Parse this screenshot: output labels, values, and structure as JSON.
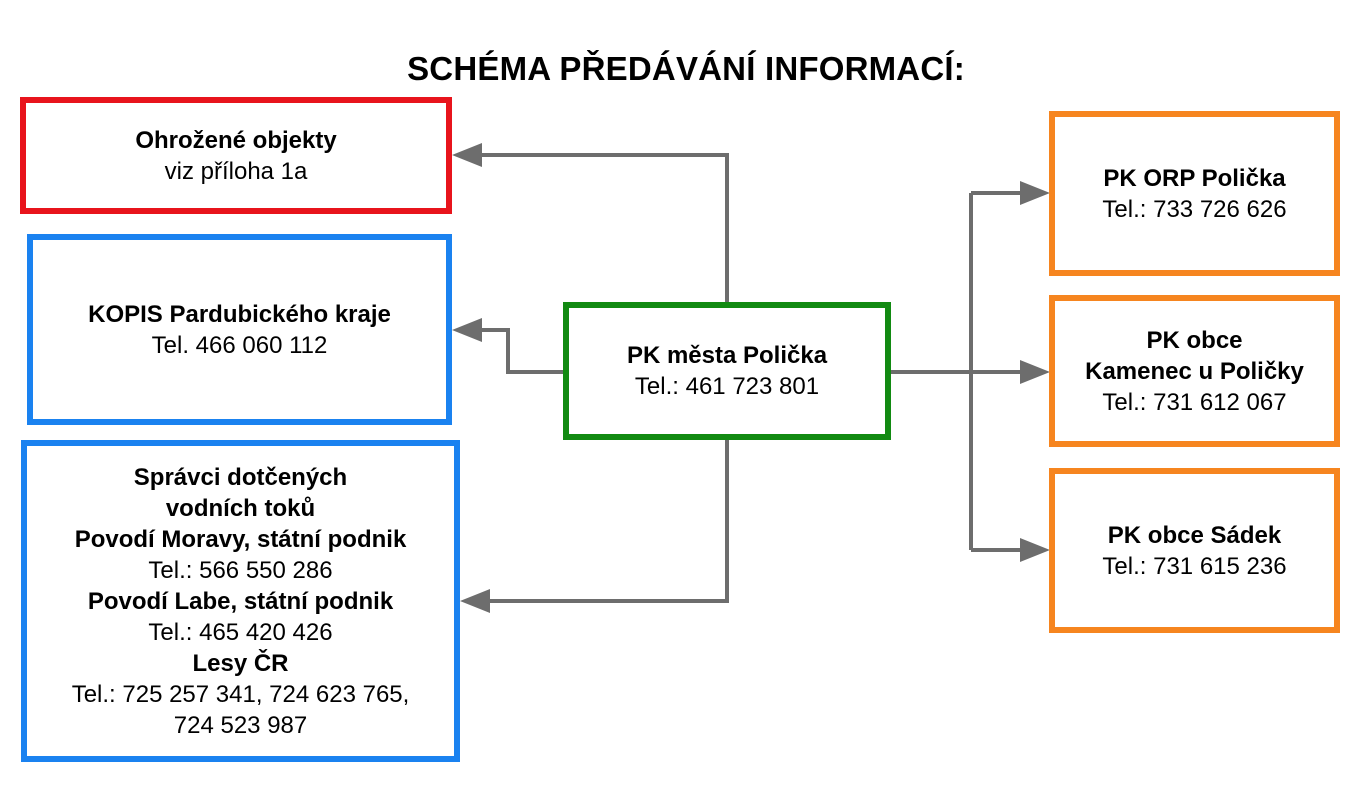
{
  "title": "SCHÉMA PŘEDÁVÁNÍ INFORMACÍ:",
  "center": {
    "name": "PK města Polička",
    "phone": "Tel.: 461 723 801"
  },
  "left": {
    "threatened": {
      "name": "Ohrožené objekty",
      "note": "viz příloha 1a"
    },
    "kopis": {
      "name": "KOPIS Pardubického kraje",
      "phone": "Tel. 466 060 112"
    },
    "managers": {
      "heading_line1": "Správci dotčených",
      "heading_line2": "vodních toků",
      "morava_name": "Povodí Moravy, státní podnik",
      "morava_phone": "Tel.: 566 550 286",
      "labe_name": "Povodí Labe, státní podnik",
      "labe_phone": "Tel.: 465 420 426",
      "lesy_name": "Lesy ČR",
      "lesy_phone_line1": "Tel.: 725 257 341, 724 623 765,",
      "lesy_phone_line2": "724 523 987"
    }
  },
  "right": {
    "orp": {
      "name": "PK ORP Polička",
      "phone": "Tel.: 733 726 626"
    },
    "kamenec": {
      "name_line1": "PK obce",
      "name_line2": "Kamenec u Poličky",
      "phone": "Tel.: 731 612 067"
    },
    "sadek": {
      "name": "PK obce Sádek",
      "phone": "Tel.: 731 615 236"
    }
  },
  "colors": {
    "threatened_border": "#e8141c",
    "authority_border": "#1a82f0",
    "center_border": "#128a12",
    "municipality_border": "#f6851f",
    "connector": "#6d6d6d"
  }
}
